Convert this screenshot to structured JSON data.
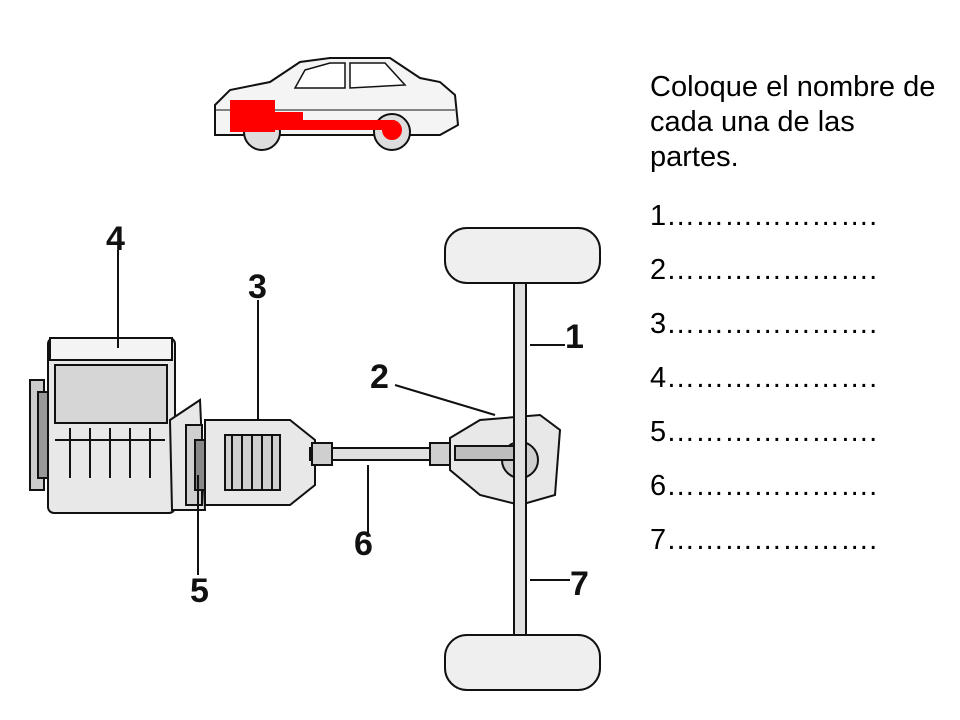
{
  "worksheet": {
    "instruction": "Coloque el nombre de cada una de las partes.",
    "answer_lines": [
      "1………………….",
      "2………………….",
      "3………………….",
      "4………………….",
      "5………………….",
      "6………………….",
      "7…………………."
    ]
  },
  "diagram": {
    "callouts": [
      "1",
      "2",
      "3",
      "4",
      "5",
      "6",
      "7"
    ],
    "highlight_color": "#ff0000",
    "line_color": "#111111",
    "fill_color": "#e8e8e8"
  }
}
